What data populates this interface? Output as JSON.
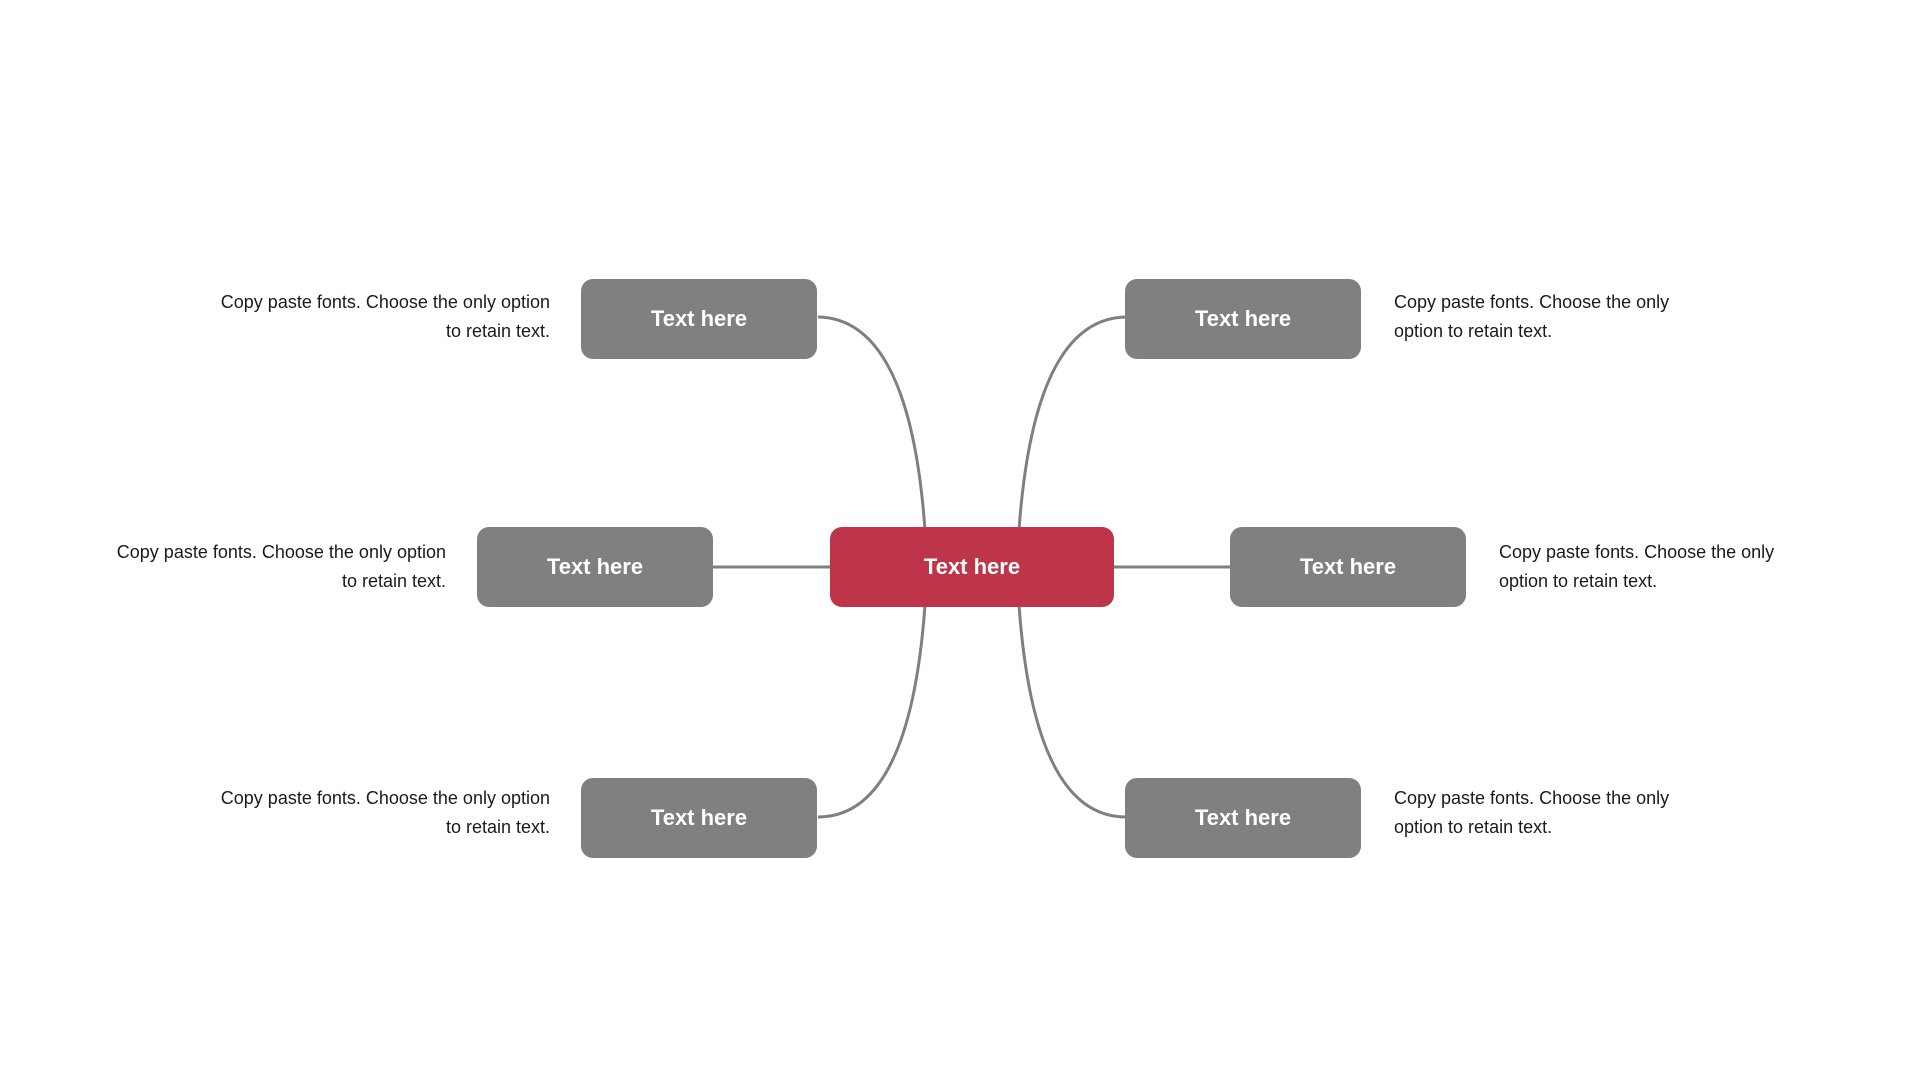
{
  "colors": {
    "center_fill": "#be3449",
    "node_fill": "#808080",
    "connector": "#7f7f7f",
    "node_text": "#ffffff",
    "description_text": "#1a1a1a"
  },
  "center": {
    "label": "Text here"
  },
  "branches": {
    "top_left": {
      "label": "Text here",
      "description": "Copy paste fonts. Choose the only option to retain text."
    },
    "middle_left": {
      "label": "Text here",
      "description": "Copy paste fonts. Choose the only option to retain text."
    },
    "bottom_left": {
      "label": "Text here",
      "description": "Copy paste fonts. Choose the only option to retain text."
    },
    "top_right": {
      "label": "Text here",
      "description": "Copy paste fonts. Choose the only option to retain text."
    },
    "middle_right": {
      "label": "Text here",
      "description": "Copy paste fonts. Choose the only option to retain text."
    },
    "bottom_right": {
      "label": "Text here",
      "description": "Copy paste fonts. Choose the only option to retain text."
    }
  }
}
